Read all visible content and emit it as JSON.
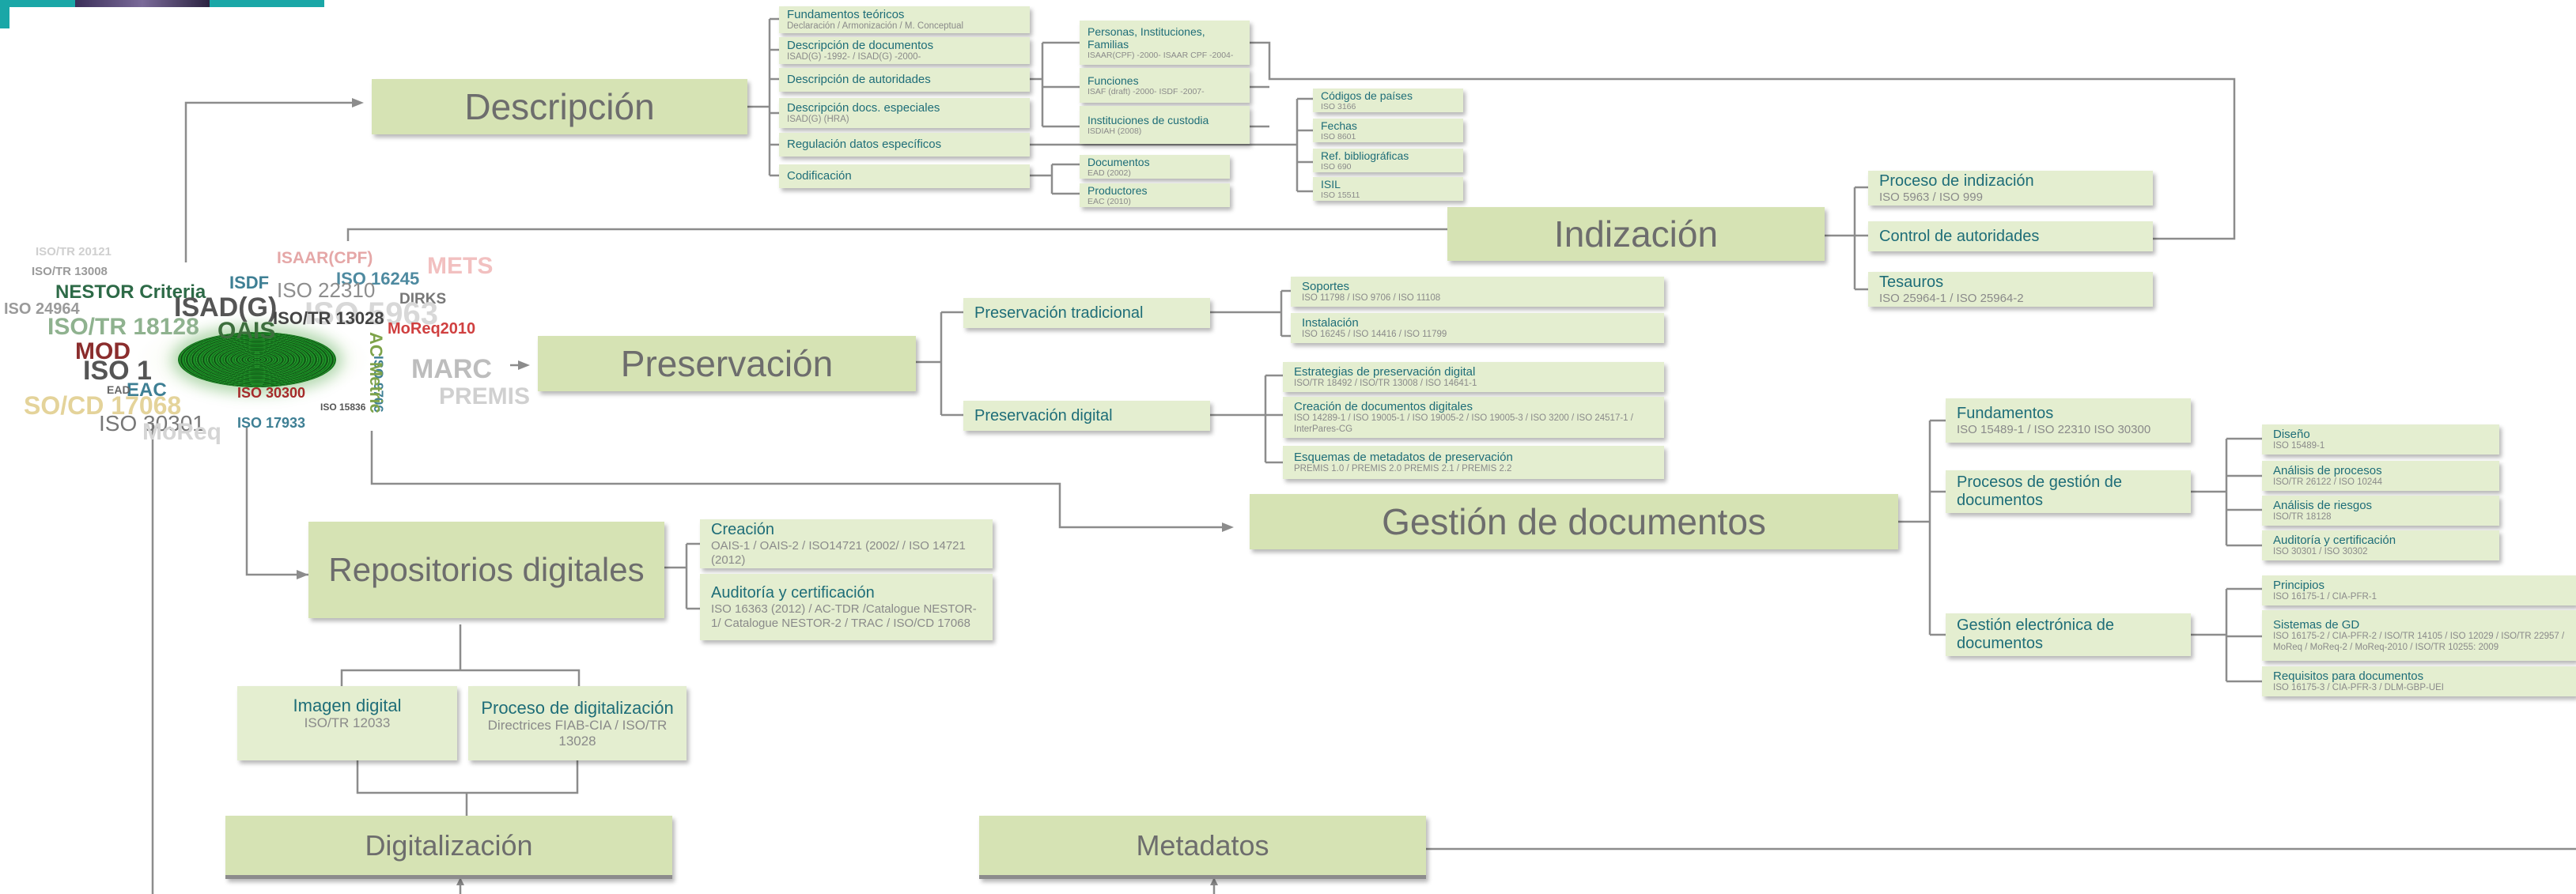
{
  "main_nodes": {
    "descripcion": "Descripción",
    "indizacion": "Indización",
    "preservacion": "Preservación",
    "gestion": "Gestión de documentos",
    "repositorios": "Repositorios digitales",
    "digitalizacion": "Digitalización",
    "metadatos": "Metadatos"
  },
  "descripcion": {
    "fundamentos": {
      "title": "Fundamentos teóricos",
      "sub": "Declaración / Armonización / M. Conceptual"
    },
    "documentos": {
      "title": "Descripción de documentos",
      "sub": "ISAD(G) -1992- / ISAD(G) -2000-"
    },
    "autoridades": {
      "title": "Descripción de autoridades"
    },
    "especiales": {
      "title": "Descripción docs. especiales",
      "sub": "ISAD(G) (HRA)"
    },
    "regulacion": {
      "title": "Regulación datos específicos"
    },
    "codificacion": {
      "title": "Codificación"
    },
    "personas": {
      "title": "Personas, Instituciones, Familias",
      "sub": "ISAAR(CPF) -2000- ISAAR CPF -2004-"
    },
    "funciones": {
      "title": "Funciones",
      "sub": "ISAF (draft) -2000- ISDF -2007-"
    },
    "custodia": {
      "title": "Instituciones de custodia",
      "sub": "ISDIAH (2008)"
    },
    "paises": {
      "title": "Códigos de países",
      "sub": "ISO 3166"
    },
    "fechas": {
      "title": "Fechas",
      "sub": "ISO 8601"
    },
    "bibliograficas": {
      "title": "Ref. bibliográficas",
      "sub": "ISO 690"
    },
    "isil": {
      "title": "ISIL",
      "sub": "ISO 15511"
    },
    "doc_ead": {
      "title": "Documentos",
      "sub": "EAD (2002)"
    },
    "productores": {
      "title": "Productores",
      "sub": "EAC (2010)"
    }
  },
  "indizacion": {
    "proceso": {
      "title": "Proceso de indización",
      "sub": "ISO 5963 / ISO 999"
    },
    "control": {
      "title": "Control de autoridades"
    },
    "tesauros": {
      "title": "Tesauros",
      "sub": "ISO 25964-1 / ISO 25964-2"
    }
  },
  "preservacion": {
    "tradicional": {
      "title": "Preservación tradicional"
    },
    "digital": {
      "title": "Preservación digital"
    },
    "soportes": {
      "title": "Soportes",
      "sub": "ISO 11798 / ISO 9706 / ISO 11108"
    },
    "instalacion": {
      "title": "Instalación",
      "sub": "ISO 16245 / ISO 14416 / ISO 11799"
    },
    "estrategias": {
      "title": "Estrategias de preservación digital",
      "sub": "ISO/TR 18492 / ISO/TR 13008 / ISO 14641-1"
    },
    "creacion": {
      "title": "Creación de documentos digitales",
      "sub": "ISO 14289-1 / ISO 19005-1 / ISO 19005-2 / ISO 19005-3 / ISO 3200 / ISO 24517-1 / InterPares-CG"
    },
    "esquemas": {
      "title": "Esquemas de metadatos de preservación",
      "sub": "PREMIS 1.0 / PREMIS 2.0 PREMIS 2.1 / PREMIS 2.2"
    }
  },
  "gestion": {
    "fundamentos": {
      "title": "Fundamentos",
      "sub": "ISO 15489-1 / ISO 22310 ISO 30300"
    },
    "procesos": {
      "title": "Procesos de gestión de documentos"
    },
    "electronica": {
      "title": "Gestión electrónica de documentos"
    },
    "diseno": {
      "title": "Diseño",
      "sub": "ISO 15489-1"
    },
    "analisis_procesos": {
      "title": "Análisis de procesos",
      "sub": "ISO/TR 26122 / ISO 10244"
    },
    "analisis_riesgos": {
      "title": "Análisis de riesgos",
      "sub": "ISO/TR 18128"
    },
    "auditoria": {
      "title": "Auditoría y certificación",
      "sub": "ISO 30301 / ISO 30302"
    },
    "principios": {
      "title": "Principios",
      "sub": "ISO 16175-1 / CIA-PFR-1"
    },
    "sistemas": {
      "title": "Sistemas de GD",
      "sub": "ISO 16175-2 / CIA-PFR-2 / ISO/TR 14105 / ISO 12029 / ISO/TR 22957 / MoReq / MoReq-2 / MoReq-2010 / ISO/TR 10255: 2009"
    },
    "requisitos": {
      "title": "Requisitos para documentos",
      "sub": "ISO 16175-3 / CIA-PFR-3 / DLM-GBP-UEI"
    }
  },
  "repositorios": {
    "creacion": {
      "title": "Creación",
      "sub": "OAIS-1 / OAIS-2 / ISO14721 (2002/ / ISO 14721 (2012)"
    },
    "auditoria": {
      "title": "Auditoría y certificación",
      "sub": "ISO 16363 (2012) / AC-TDR /Catalogue NESTOR-1/ Catalogue NESTOR-2 / TRAC / ISO/CD 17068"
    },
    "imagen": {
      "title": "Imagen digital",
      "sub": "ISO/TR 12033"
    },
    "proceso": {
      "title": "Proceso de digitalización",
      "sub": "Directrices FIAB-CIA / ISO/TR 13028"
    }
  },
  "cloud_words": [
    "ISO/TR 20121",
    "ISAAR(CPF)",
    "METS",
    "ISO/TR 13008",
    "ISDF",
    "ISO 16245",
    "NESTOR Criteria",
    "ISO 22310",
    "ISAD(G)",
    "DIRKS",
    "ISO 24964",
    "ISO 5963",
    "OAIS",
    "MoReq2010",
    "ISO/TR 18128",
    "ISO/TR 13028",
    "MOD",
    "ISO 1",
    "MARC",
    "EAC",
    "ISO 30300",
    "PREMIS",
    "SO/CD 17068",
    "ISO 15836",
    "ISO 30301",
    "ISO 17933",
    "MoReq",
    "ISO 9706",
    "AC Metric",
    "EAD"
  ],
  "colors": {
    "box": "#e4eed0",
    "main_box": "#d6e3b4",
    "title_text": "#1e6d78",
    "sub_text": "#8a8a8a",
    "main_text": "#6d6d6d",
    "line": "#8c8c8c",
    "accent": "#1aa7a7"
  }
}
